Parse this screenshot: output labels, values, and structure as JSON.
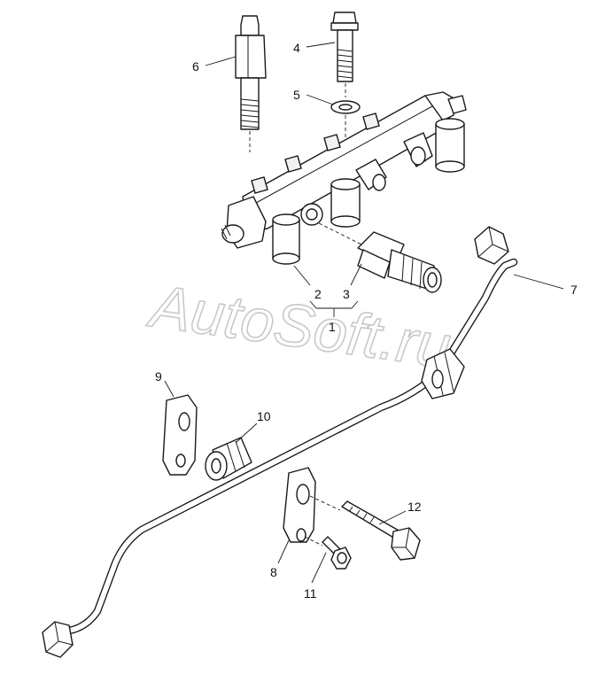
{
  "watermark": "AutoSoft.ru",
  "callouts": {
    "c1": "1",
    "c2": "2",
    "c3": "3",
    "c4": "4",
    "c5": "5",
    "c6": "6",
    "c7": "7",
    "c8": "8",
    "c9": "9",
    "c10": "10",
    "c11": "11",
    "c12": "12"
  }
}
